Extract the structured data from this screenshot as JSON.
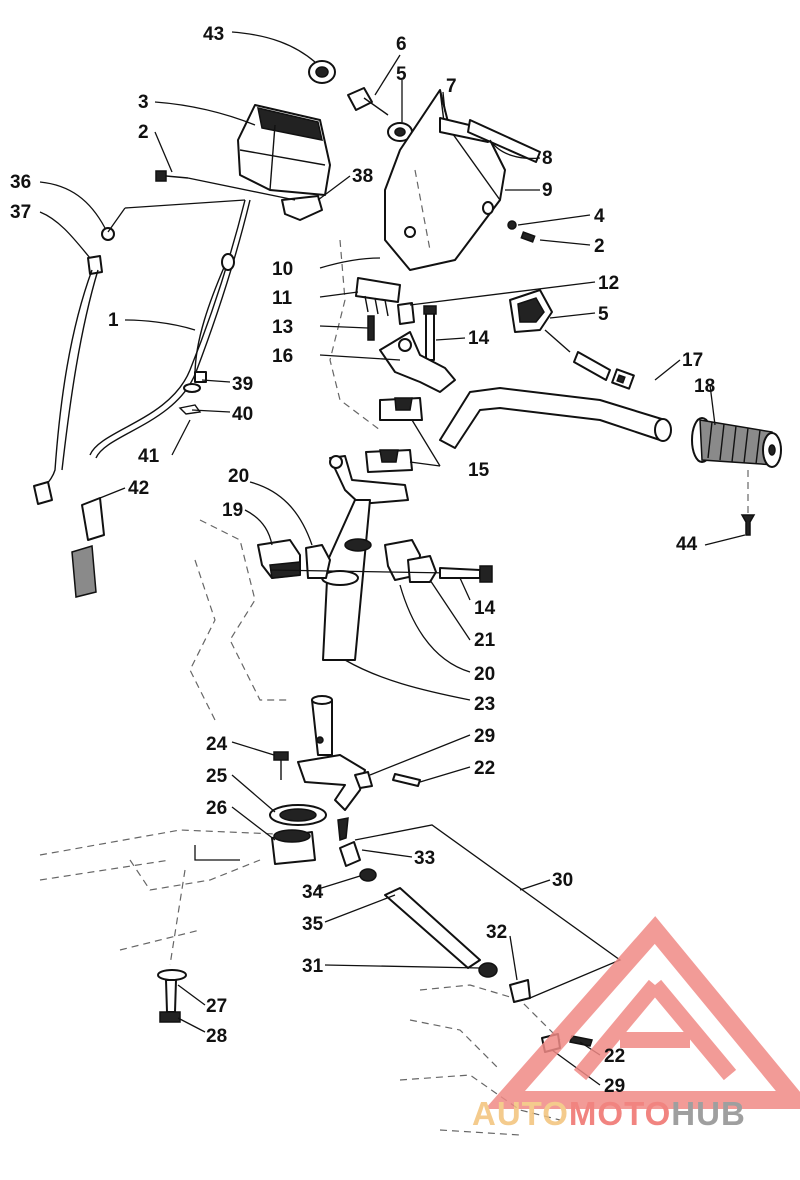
{
  "callouts": {
    "c1": "1",
    "c2a": "2",
    "c2b": "2",
    "c3": "3",
    "c4": "4",
    "c5a": "5",
    "c5b": "5",
    "c6": "6",
    "c7": "7",
    "c8": "8",
    "c9": "9",
    "c10": "10",
    "c11": "11",
    "c12": "12",
    "c13": "13",
    "c14a": "14",
    "c14b": "14",
    "c15": "15",
    "c16": "16",
    "c17": "17",
    "c18": "18",
    "c19": "19",
    "c20a": "20",
    "c20b": "20",
    "c21": "21",
    "c22a": "22",
    "c22b": "22",
    "c23": "23",
    "c24": "24",
    "c25": "25",
    "c26": "26",
    "c27": "27",
    "c28": "28",
    "c29a": "29",
    "c29b": "29",
    "c30": "30",
    "c31": "31",
    "c32": "32",
    "c33": "33",
    "c34": "34",
    "c35": "35",
    "c36": "36",
    "c37": "37",
    "c38": "38",
    "c39": "39",
    "c40": "40",
    "c41": "41",
    "c42": "42",
    "c43": "43",
    "c44": "44"
  },
  "watermark": {
    "part1": "AUTO",
    "part2": "MOTO",
    "part3": "HUB",
    "color_auto": "#f3c37a",
    "color_moto": "#ef6f6a",
    "color_hub": "#8f8f8f",
    "logo_color": "#f08a86"
  }
}
